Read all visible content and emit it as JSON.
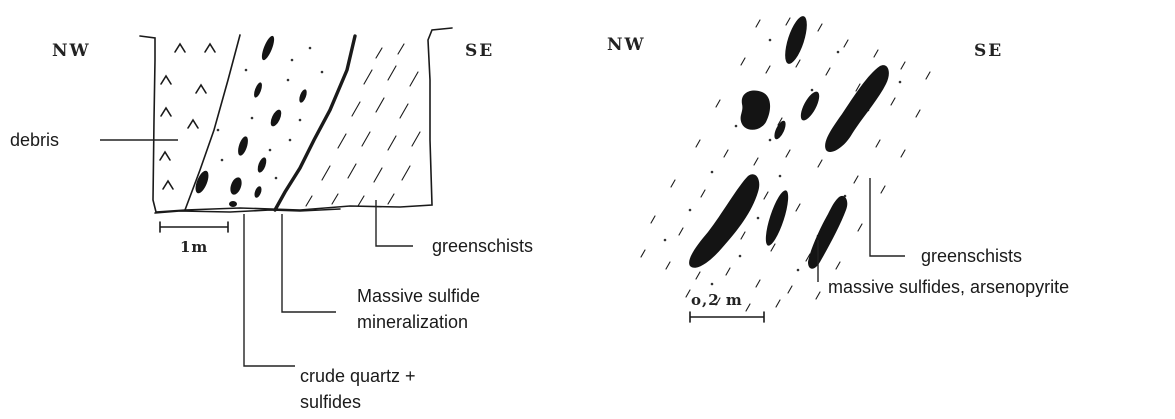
{
  "left_section": {
    "nw": "NW",
    "se": "SE",
    "scale": "1m",
    "labels": {
      "debris": "debris",
      "greenschists": "greenschists",
      "massive_line1": "Massive  sulfide",
      "massive_line2": "mineralization",
      "quartz_line1": "crude  quartz  +",
      "quartz_line2": "sulfides"
    }
  },
  "right_section": {
    "nw": "NW",
    "se": "SE",
    "scale": "o,2 m",
    "labels": {
      "greenschists": "greenschists",
      "massive_sulfides": "massive sulfides, arsenopyrite"
    }
  }
}
